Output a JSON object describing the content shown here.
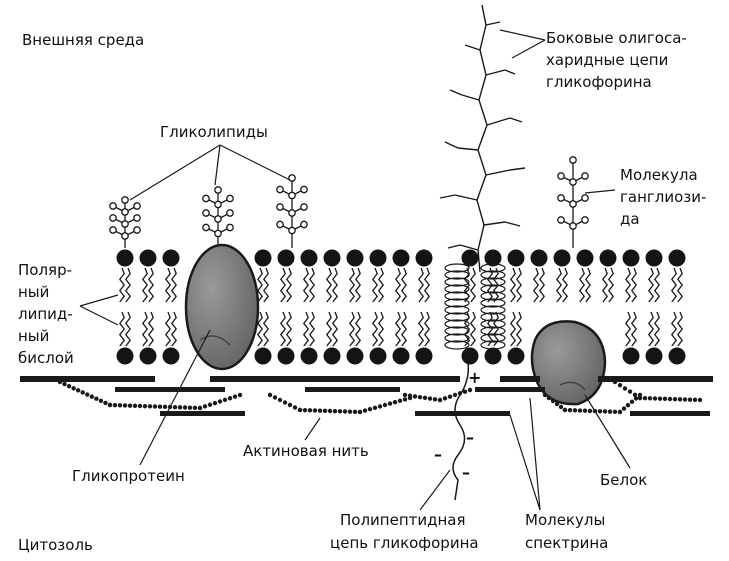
{
  "labels": {
    "outer_env": "Внешняя среда",
    "cytosol": "Цитозоль",
    "glycolipids": "Гликолипиды",
    "side_chains": [
      "Боковые олигоса-",
      "харидные цепи",
      "гликофорина"
    ],
    "ganglioside": [
      "Молекула",
      "ганглиози-",
      "да"
    ],
    "bilayer": [
      "Поляр-",
      "ный",
      "липид-",
      "ный",
      "бислой"
    ],
    "glycoprotein": "Гликопротеин",
    "actin": "Актиновая нить",
    "protein": "Белок",
    "polypeptide": [
      "Полипептидная",
      "цепь гликофорина"
    ],
    "spectrin": [
      "Молекулы",
      "спектрина"
    ]
  },
  "charges": {
    "plus": "+",
    "minus": "–"
  },
  "colors": {
    "ink": "#1a1a1a",
    "protein_fill": "#7a7a7a",
    "protein_dark": "#555555",
    "head_fill": "#141414"
  }
}
